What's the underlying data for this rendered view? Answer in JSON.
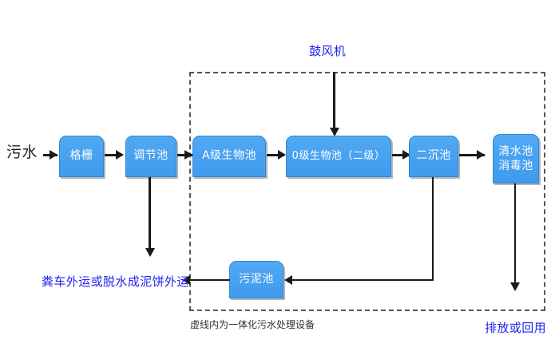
{
  "diagram": {
    "title_note": "虚线内为一体化污水处理设备",
    "dashed_enclosure_name": "一体化污水处理设备",
    "accent_box_color": "#4aa3f0",
    "accent_label_color": "#2222ee",
    "connector_color": "#1a1a1a"
  },
  "labels": {
    "inlet": "污水",
    "blower": "鼓风机",
    "sludge_outlet": "粪车外运或脱水成泥饼外运",
    "effluent": "排放或回用",
    "footnote": "虚线内为一体化污水处理设备"
  },
  "nodes": [
    {
      "id": "grille",
      "label": "格栅"
    },
    {
      "id": "equalization",
      "label": "调节池"
    },
    {
      "id": "a_stage",
      "label": "A级生物池"
    },
    {
      "id": "o_stage",
      "label": "0级生物池（二级）"
    },
    {
      "id": "secondary",
      "label": "二沉池"
    },
    {
      "id": "clearwater",
      "label": "清水池\n消毒池"
    },
    {
      "id": "sludge",
      "label": "污泥池"
    }
  ],
  "flow_sequence": [
    "污水",
    "格栅",
    "调节池",
    "A级生物池",
    "0级生物池（二级）",
    "二沉池",
    "清水池消毒池",
    "排放或回用"
  ],
  "side_flows": [
    {
      "from": "调节池",
      "to": "粪车外运或脱水成泥饼外运",
      "direction": "down"
    },
    {
      "from": "二沉池",
      "to": "污泥池",
      "direction": "down-left"
    },
    {
      "from": "污泥池",
      "to": "粪车外运或脱水成泥饼外运",
      "direction": "left"
    },
    {
      "from": "鼓风机",
      "to": "0级生物池（二级）",
      "direction": "down"
    },
    {
      "from": "清水池消毒池",
      "to": "排放或回用",
      "direction": "down"
    }
  ]
}
